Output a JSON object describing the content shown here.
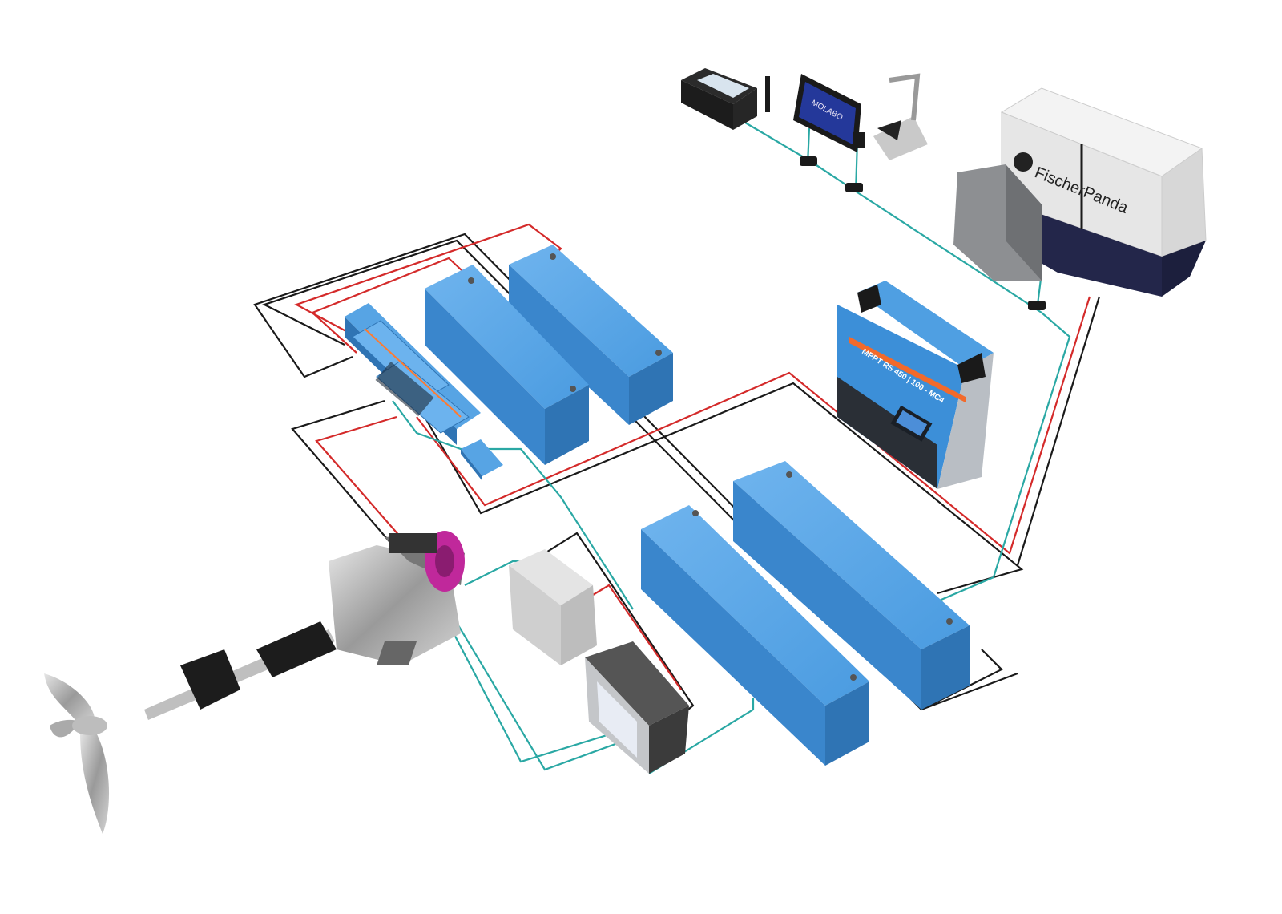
{
  "diagram": {
    "title": "Electric marine propulsion system",
    "components": {
      "generator": {
        "brand": "FischerPanda"
      },
      "display": {
        "brand": "MOLABO"
      },
      "solar_charger": {
        "model": "MPPT RS 450 | 100 - MC4"
      }
    },
    "colors": {
      "positive_cable": "#d42a2a",
      "negative_cable": "#1a1a1a",
      "data_cable": "#2aa8a4",
      "battery_blue": "#3d8fd6",
      "motor_accent": "#c0289b"
    }
  }
}
